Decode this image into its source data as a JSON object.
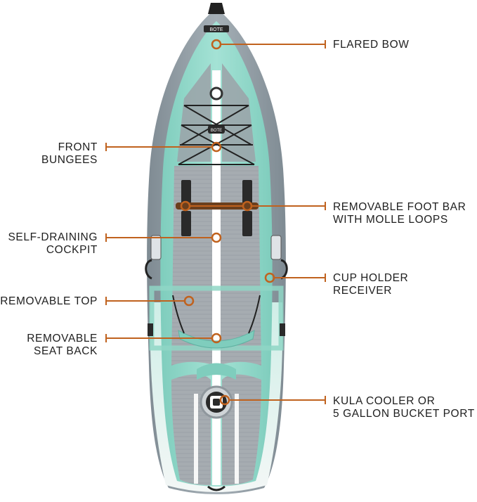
{
  "colors": {
    "leader": "#c0621e",
    "hull_outer": "#8e9aa2",
    "hull_inner": "#a9b3ba",
    "deck_seafoam": "#8fd6c6",
    "deck_gray": "#a7adb2",
    "stripe": "#ffffff",
    "bungee": "#2a2a2a",
    "label_text": "#1e1e1e"
  },
  "callouts": {
    "flared_bow": "FLARED BOW",
    "front_bungees": "FRONT BUNGEES",
    "foot_bar": "REMOVABLE FOOT BAR\nWITH MOLLE LOOPS",
    "self_draining": "SELF-DRAINING\nCOCKPIT",
    "cup_holder": "CUP HOLDER\nRECEIVER",
    "removable_top": "REMOVABLE TOP",
    "seat_back": "REMOVABLE\nSEAT BACK",
    "cooler_port": "KULA COOLER OR\n5 GALLON BUCKET PORT"
  },
  "logo": {
    "bow_badge": "BOTE",
    "mid_badge": "BOTE"
  }
}
